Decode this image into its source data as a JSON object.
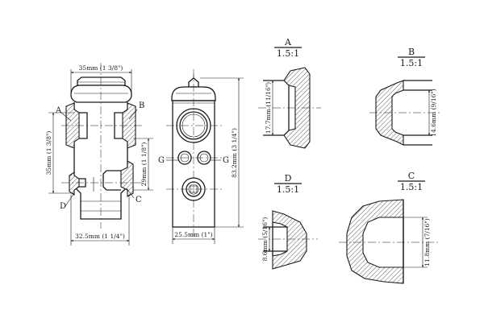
{
  "labels": {
    "a": "A",
    "b": "B",
    "c": "C",
    "d": "D",
    "g_left": "G",
    "g_right": "G"
  },
  "dimensions": {
    "top_width": "35mm (1 3/8\")",
    "left_height": "35mm (1 3/8\")",
    "inner_height": "29mm (1 1/8\")",
    "bottom_width": "32.5mm (1 1/4\")",
    "side_bottom_width": "25.5mm (1\")",
    "side_height": "83.2mm (3 1/4\")"
  },
  "details": [
    {
      "letter": "A",
      "scale": "1.5:1",
      "dimension": "17.7mm (11/16\")"
    },
    {
      "letter": "B",
      "scale": "1.5:1",
      "dimension": "14.6mm (9/16\")"
    },
    {
      "letter": "D",
      "scale": "1.5:1",
      "dimension": "8.6mm (5/16\")"
    },
    {
      "letter": "C",
      "scale": "1.5:1",
      "dimension": "11.8mm (7/16\")"
    }
  ]
}
